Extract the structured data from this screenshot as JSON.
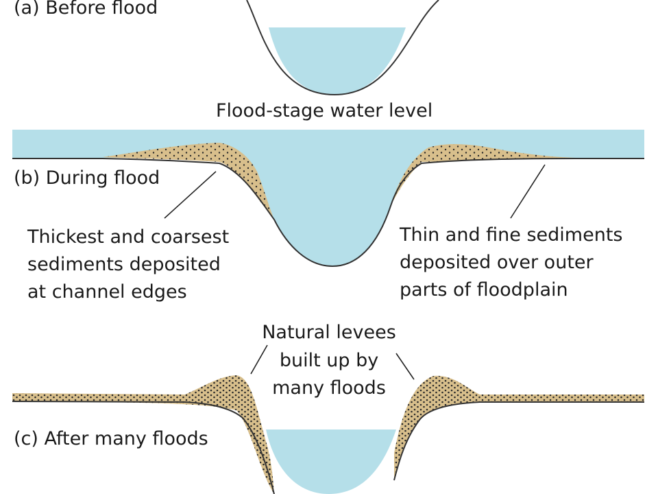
{
  "panels": {
    "a": {
      "label": "(a) Before flood"
    },
    "b": {
      "label": "(b) During flood",
      "water_level_label": "Flood-stage water level"
    },
    "c": {
      "label": "(c) After many floods"
    }
  },
  "annotations": {
    "thick_sediments": [
      "Thickest and coarsest",
      "sediments deposited",
      "at channel edges"
    ],
    "thin_sediments": [
      "Thin and fine sediments",
      "deposited over outer",
      "parts of floodplain"
    ],
    "levees": [
      "Natural levees",
      "built up by",
      "many floods"
    ]
  },
  "colors": {
    "water": "#b5dfe9",
    "sediment": "#d8bf8c",
    "sediment_dots": "#2a2a2a",
    "ground_line": "#333333",
    "text": "#1a1a1a"
  }
}
